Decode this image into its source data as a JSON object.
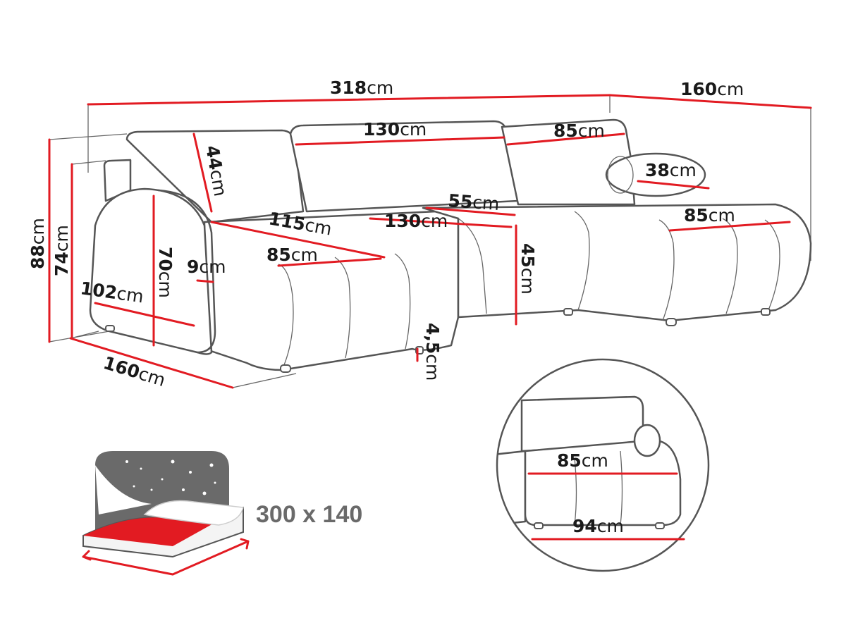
{
  "dimensions": {
    "overall_width": {
      "value": "318",
      "unit": "cm"
    },
    "chaise_depth_top": {
      "value": "160",
      "unit": "cm"
    },
    "back_width_middle": {
      "value": "130",
      "unit": "cm"
    },
    "back_width_right": {
      "value": "85",
      "unit": "cm"
    },
    "back_cushion_height": {
      "value": "44",
      "unit": "cm"
    },
    "pillow_length": {
      "value": "38",
      "unit": "cm"
    },
    "seat_length_left": {
      "value": "115",
      "unit": "cm"
    },
    "seat_width_middle": {
      "value": "130",
      "unit": "cm"
    },
    "seat_depth_middle": {
      "value": "55",
      "unit": "cm"
    },
    "chaise_width": {
      "value": "85",
      "unit": "cm"
    },
    "seat_width_left": {
      "value": "85",
      "unit": "cm"
    },
    "total_height": {
      "value": "88",
      "unit": "cm"
    },
    "back_height": {
      "value": "74",
      "unit": "cm"
    },
    "armrest_height": {
      "value": "70",
      "unit": "cm"
    },
    "armrest_width": {
      "value": "9",
      "unit": "cm"
    },
    "armrest_depth": {
      "value": "102",
      "unit": "cm"
    },
    "seat_height": {
      "value": "45",
      "unit": "cm"
    },
    "leg_height": {
      "value": "4,5",
      "unit": "cm"
    },
    "depth_left": {
      "value": "160",
      "unit": "cm"
    }
  },
  "bed": {
    "size_label": "300 x 140",
    "icon": "bed-night-stars-icon"
  },
  "inset": {
    "seat_width": {
      "value": "85",
      "unit": "cm"
    },
    "total_width": {
      "value": "94",
      "unit": "cm"
    }
  },
  "colors": {
    "accent": "#e21b22",
    "outline": "#555555",
    "text": "#1a1a1a"
  }
}
